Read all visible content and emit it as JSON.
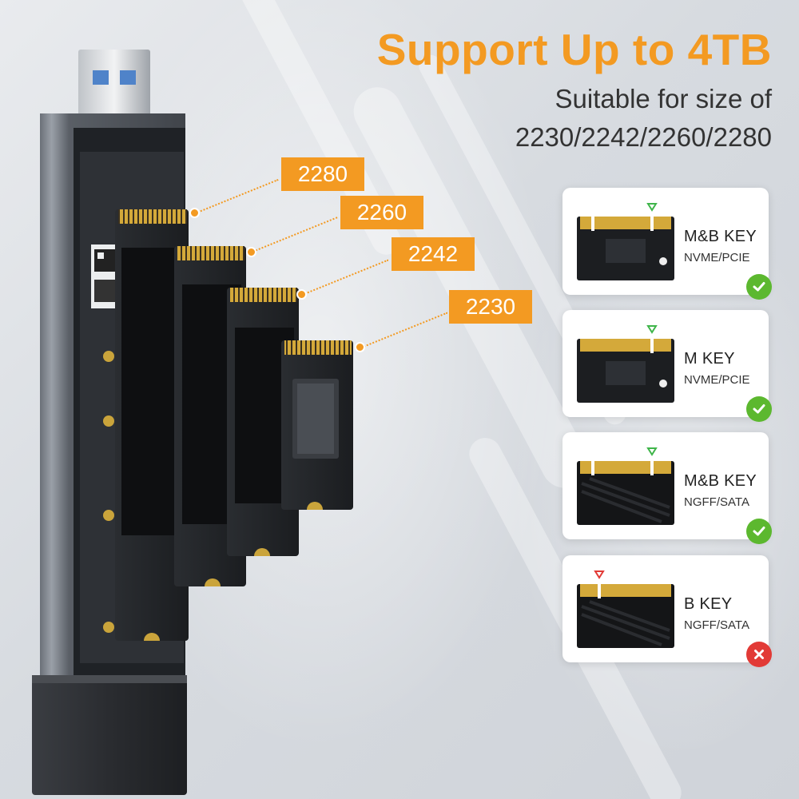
{
  "headline": "Support Up to 4TB",
  "subheadline": {
    "line1": "Suitable for size of",
    "line2": "2230/2242/2260/2280"
  },
  "sizes": [
    {
      "label": "2280"
    },
    {
      "label": "2260"
    },
    {
      "label": "2242"
    },
    {
      "label": "2230"
    }
  ],
  "key_cards": [
    {
      "key": "M&B KEY",
      "interface": "NVME/PCIE",
      "supported": true,
      "board": "nvme"
    },
    {
      "key": "M KEY",
      "interface": "NVME/PCIE",
      "supported": true,
      "board": "nvme-m"
    },
    {
      "key": "M&B KEY",
      "interface": "NGFF/SATA",
      "supported": true,
      "board": "sata"
    },
    {
      "key": "B KEY",
      "interface": "NGFF/SATA",
      "supported": false,
      "board": "sata-b"
    }
  ],
  "colors": {
    "accent": "#f39a22",
    "ok": "#5cb82f",
    "error": "#e23a36",
    "marker_ok": "#3fb54a",
    "marker_bad": "#e23a36"
  },
  "icons": {
    "supported": "check-circle-icon",
    "unsupported": "x-circle-icon",
    "notch": "triangle-marker-icon"
  }
}
